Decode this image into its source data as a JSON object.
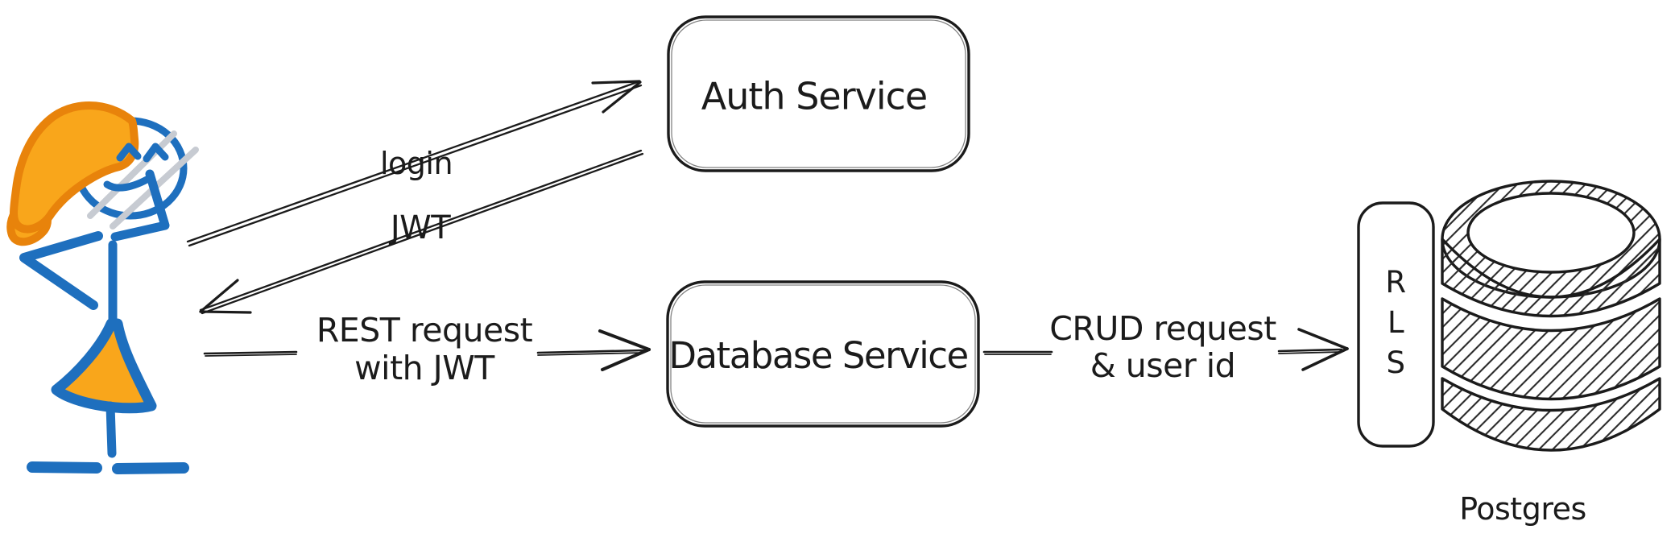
{
  "nodes": {
    "auth_service": {
      "label": "Auth Service"
    },
    "database_service": {
      "label": "Database Service"
    },
    "rls": {
      "letters": [
        "R",
        "L",
        "S"
      ]
    },
    "postgres": {
      "label": "Postgres"
    }
  },
  "edges": {
    "login": {
      "label": "login"
    },
    "jwt": {
      "label": "JWT"
    },
    "rest_request": {
      "line1": "REST request",
      "line2": "with JWT"
    },
    "crud_request": {
      "line1": "CRUD request",
      "line2": "& user id"
    }
  },
  "icons": {
    "user": "stick-figure-user-icon",
    "postgres_db": "database-cylinder-icon"
  },
  "colors": {
    "ink": "#1b1b1b",
    "figure_blue": "#1e6fbe",
    "figure_orange_fill": "#f9a61b",
    "figure_orange_stroke": "#e8830b",
    "sketch_gray": "#c7cbd2",
    "background": "#ffffff"
  }
}
